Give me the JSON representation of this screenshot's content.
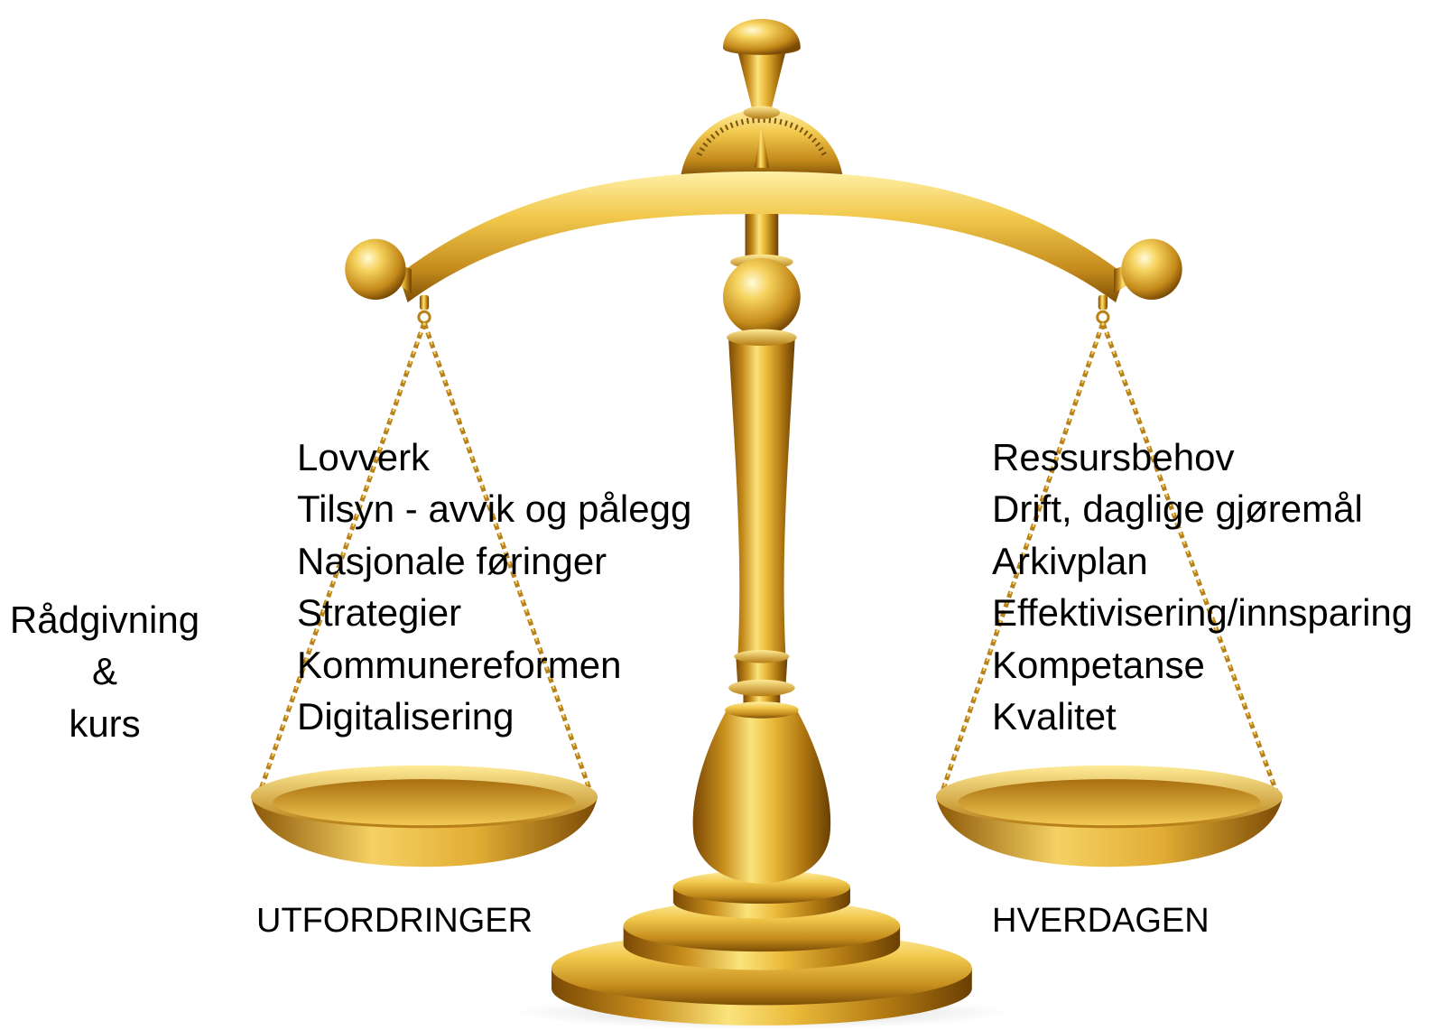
{
  "illustration": {
    "icon": "balance-scale-icon"
  },
  "side_note": {
    "lines": [
      "Rådgivning",
      "&",
      "kurs"
    ]
  },
  "left_side": {
    "items": [
      "Lovverk",
      "Tilsyn - avvik og pålegg",
      "Nasjonale føringer",
      "Strategier",
      "Kommunereformen",
      "Digitalisering"
    ],
    "caption": "UTFORDRINGER"
  },
  "right_side": {
    "items": [
      "Ressursbehov",
      "Drift, daglige gjøremål",
      "Arkivplan",
      "Effektivisering/innsparing",
      "Kompetanse",
      "Kvalitet"
    ],
    "caption": "HVERDAGEN"
  },
  "colors": {
    "background": "#ffffff",
    "text": "#000000",
    "gold_light": "#fbe37c",
    "gold_mid": "#d4a02a",
    "gold_dark": "#7a4805"
  }
}
